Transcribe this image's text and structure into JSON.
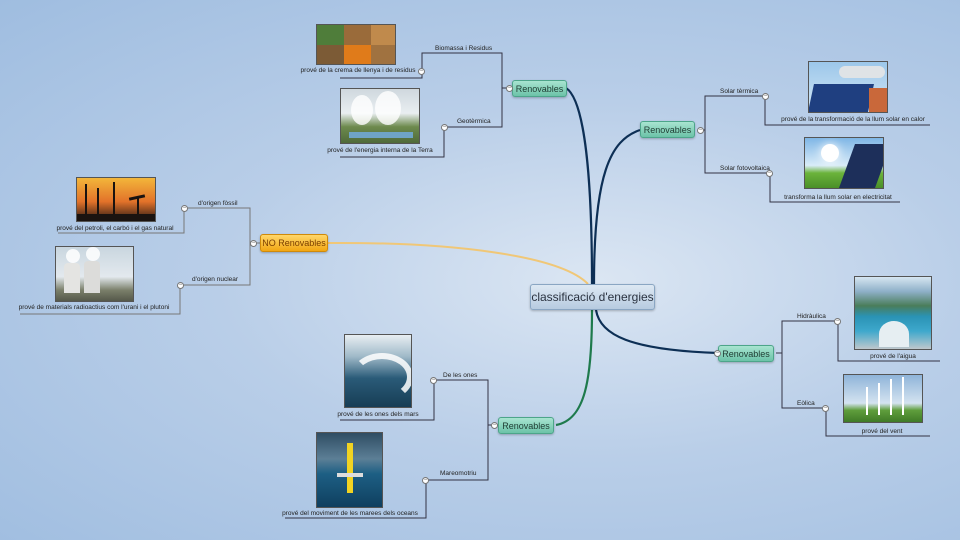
{
  "central": "classificació d'energies",
  "renewables_top": {
    "label": "Renovables",
    "branches": [
      {
        "label": "Biomassa i Residus",
        "caption": "prové de la crema de llenya i de residus",
        "icon": "biomass-photo"
      },
      {
        "label": "Geotèrmica",
        "caption": "prové de l'energia interna de la Terra",
        "icon": "geothermal-photo"
      }
    ]
  },
  "renewables_solar": {
    "label": "Renovables",
    "branches": [
      {
        "label": "Solar tèrmica",
        "caption": "prové de la transformació de la llum solar en calor",
        "icon": "solar-thermal-photo"
      },
      {
        "label": "Solar fotovoltaica",
        "caption": "transforma la llum solar en electricitat",
        "icon": "solar-panel-photo"
      }
    ]
  },
  "renewables_water_wind": {
    "label": "Renovables",
    "branches": [
      {
        "label": "Hidràulica",
        "caption": "prové de l'aigua",
        "icon": "dam-photo"
      },
      {
        "label": "Eòlica",
        "caption": "prové del vent",
        "icon": "wind-turbines-photo"
      }
    ]
  },
  "renewables_sea": {
    "label": "Renovables",
    "branches": [
      {
        "label": "De les ones",
        "caption": "prové de les ones dels mars",
        "icon": "wave-photo"
      },
      {
        "label": "Mareomotriu",
        "caption": "prové del moviment de les marees dels oceans",
        "icon": "tidal-photo"
      }
    ]
  },
  "non_renewables": {
    "label": "NO Renovables",
    "branches": [
      {
        "label": "d'origen fòssil",
        "caption": "prové del petroli,  el carbó i el gas natural",
        "icon": "oil-field-photo"
      },
      {
        "label": "d'origen nuclear",
        "caption": "prové de materials radioactius com l'urani i el plutoni",
        "icon": "nuclear-plant-photo"
      }
    ]
  },
  "colors": {
    "green_node": "#6cc3a8",
    "orange_node": "#f2a613",
    "connector_blue": "#0d2f55",
    "connector_green": "#1e7a4c",
    "connector_orange": "#f0c777"
  }
}
